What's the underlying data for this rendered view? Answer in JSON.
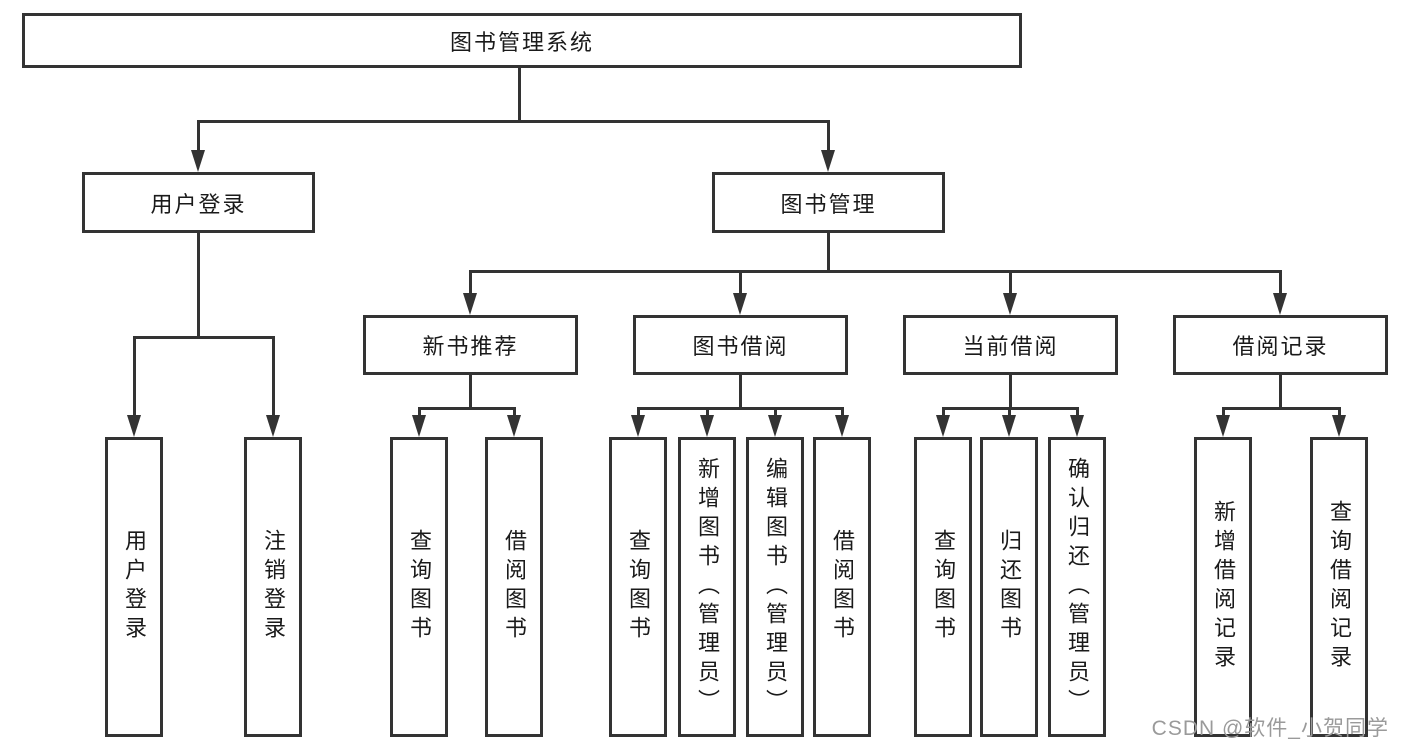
{
  "tree": {
    "root": "图书管理系统",
    "branches": [
      {
        "label": "用户登录",
        "children": [
          "用户登录",
          "注销登录"
        ]
      },
      {
        "label": "图书管理",
        "groups": [
          {
            "label": "新书推荐",
            "children": [
              "查询图书",
              "借阅图书"
            ]
          },
          {
            "label": "图书借阅",
            "children": [
              "查询图书",
              "新增图书（管理员）",
              "编辑图书（管理员）",
              "借阅图书"
            ]
          },
          {
            "label": "当前借阅",
            "children": [
              "查询图书",
              "归还图书",
              "确认归还（管理员）"
            ]
          },
          {
            "label": "借阅记录",
            "children": [
              "新增借阅记录",
              "查询借阅记录"
            ]
          }
        ]
      }
    ]
  },
  "watermark": {
    "text": "CSDN @软件_小贺同学",
    "color": "#9a9a9a"
  },
  "colors": {
    "line": "#333333",
    "node_text": "#1a1a1a",
    "background": "#ffffff"
  }
}
